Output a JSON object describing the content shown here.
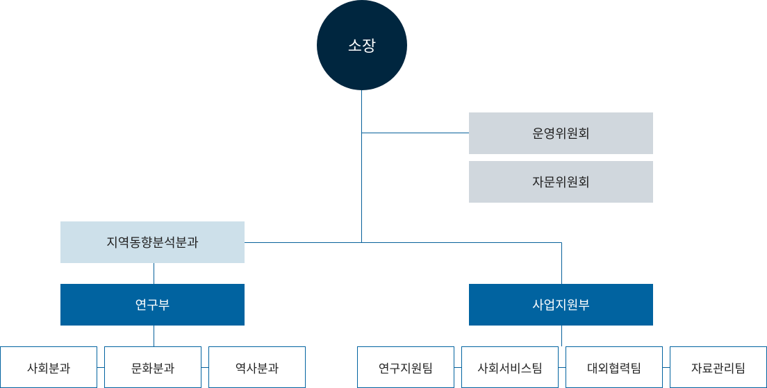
{
  "root": {
    "label": "소장"
  },
  "committees": [
    {
      "label": "운영위원회"
    },
    {
      "label": "자문위원회"
    }
  ],
  "staff_unit": {
    "label": "지역동향분석분과"
  },
  "departments": [
    {
      "label": "연구부",
      "teams": [
        {
          "label": "사회분과"
        },
        {
          "label": "문화분과"
        },
        {
          "label": "역사분과"
        }
      ]
    },
    {
      "label": "사업지원부",
      "teams": [
        {
          "label": "연구지원팀"
        },
        {
          "label": "사회서비스팀"
        },
        {
          "label": "대외협력팀"
        },
        {
          "label": "자료관리팀"
        }
      ]
    }
  ],
  "colors": {
    "root_fill": "#00263f",
    "department_fill": "#0163a0",
    "committee_fill": "#d0d7dd",
    "staff_unit_fill": "#cde0ea",
    "connector": "#06609a"
  }
}
